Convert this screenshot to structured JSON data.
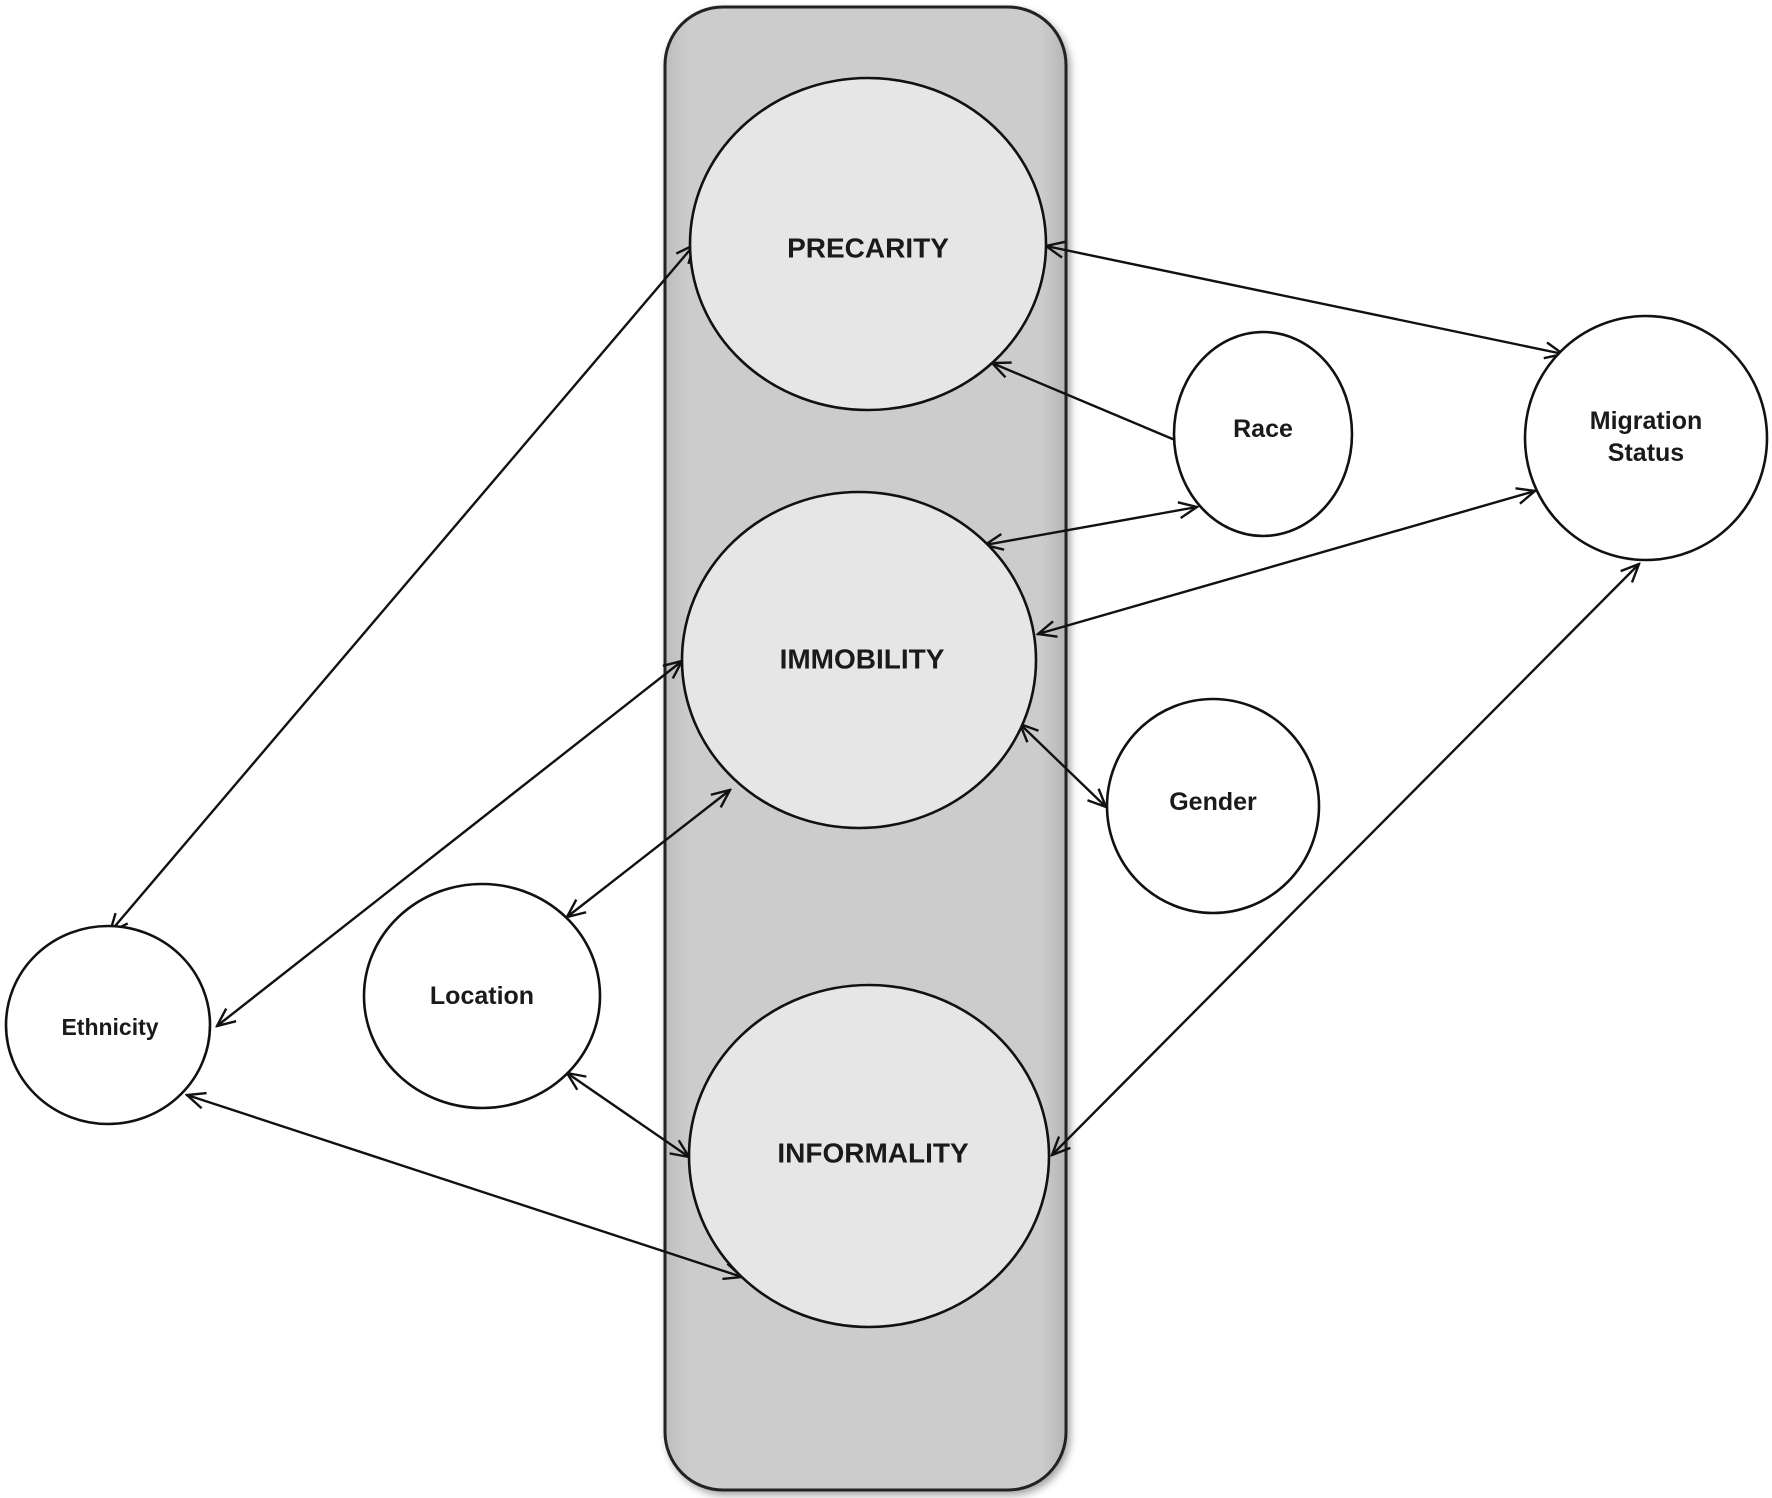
{
  "diagram": {
    "core_nodes": {
      "precarity": "PRECARITY",
      "immobility": "IMMOBILITY",
      "informality": "INFORMALITY"
    },
    "side_nodes": {
      "race": "Race",
      "migration_status_line1": "Migration",
      "migration_status_line2": "Status",
      "gender": "Gender",
      "location": "Location",
      "ethnicity": "Ethnicity"
    },
    "edges": [
      {
        "from": "Migration Status",
        "to": "PRECARITY",
        "direction": "both"
      },
      {
        "from": "Race",
        "to": "PRECARITY",
        "direction": "to"
      },
      {
        "from": "IMMOBILITY",
        "to": "Race",
        "direction": "both"
      },
      {
        "from": "IMMOBILITY",
        "to": "Migration Status",
        "direction": "both"
      },
      {
        "from": "IMMOBILITY",
        "to": "Gender",
        "direction": "both"
      },
      {
        "from": "Ethnicity",
        "to": "PRECARITY",
        "direction": "both"
      },
      {
        "from": "Ethnicity",
        "to": "IMMOBILITY",
        "direction": "both"
      },
      {
        "from": "Location",
        "to": "IMMOBILITY",
        "direction": "both"
      },
      {
        "from": "Location",
        "to": "INFORMALITY",
        "direction": "both"
      },
      {
        "from": "Ethnicity",
        "to": "INFORMALITY",
        "direction": "both"
      },
      {
        "from": "Migration Status",
        "to": "INFORMALITY",
        "direction": "both"
      }
    ],
    "colors": {
      "panel_fill": "#c9c9c9",
      "core_fill": "#e6e6e6",
      "side_fill": "#ffffff",
      "stroke": "#111111"
    }
  }
}
